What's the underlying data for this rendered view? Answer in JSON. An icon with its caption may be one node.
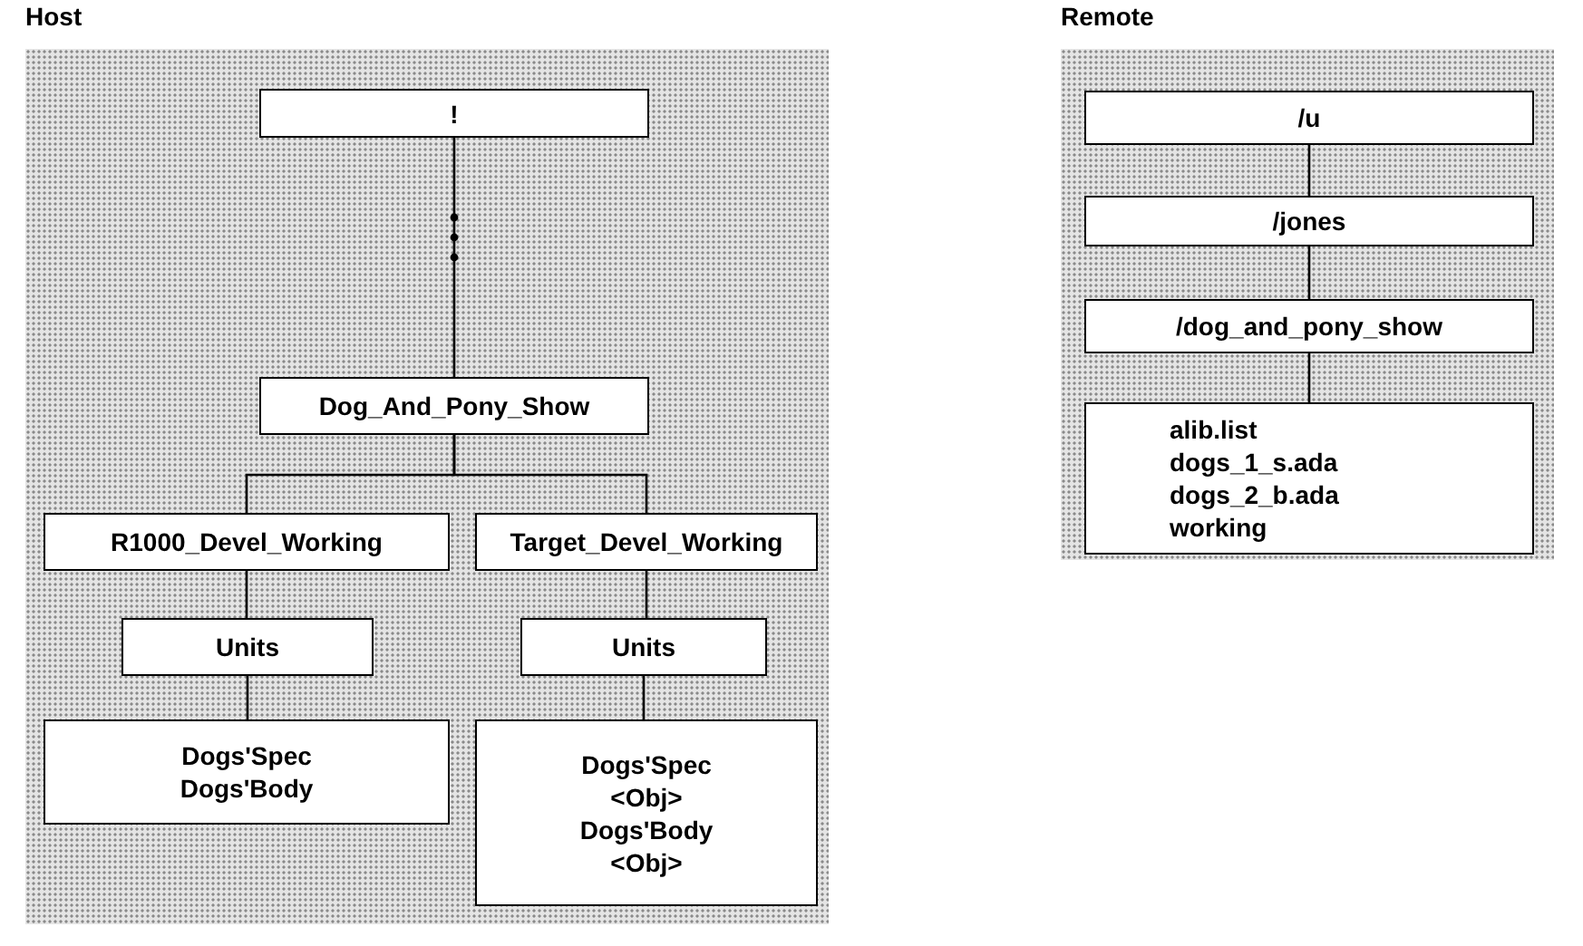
{
  "diagram": {
    "nodes": [
      {
        "text": [
          "Host"
        ]
      },
      {
        "text": [
          "Remote"
        ]
      },
      {
        "text": [
          "!"
        ],
        "in": 0
      },
      {
        "text": [
          "Dog_And_Pony_Show"
        ],
        "in": 0
      },
      {
        "text": [
          "R1000_Devel_Working"
        ],
        "in": 0
      },
      {
        "text": [
          "Target_Devel_Working"
        ],
        "in": 0
      },
      {
        "text": [
          "Units"
        ],
        "in": 0
      },
      {
        "text": [
          "Units"
        ],
        "in": 0
      },
      {
        "text": [
          "Dogs'Spec",
          "Dogs'Body"
        ],
        "in": 0
      },
      {
        "text": [
          "Dogs'Spec",
          "<Obj>",
          "Dogs'Body",
          "<Obj>"
        ],
        "in": 0
      },
      {
        "text": [
          "/u"
        ],
        "in": 1
      },
      {
        "text": [
          "/jones"
        ],
        "in": 1
      },
      {
        "text": [
          "/dog_and_pony_show"
        ],
        "in": 1
      },
      {
        "text": [
          "alib.list",
          "dogs_1_s.ada",
          "dogs_2_b.ada",
          "working"
        ],
        "in": 1
      }
    ],
    "edges": [
      {
        "from": 2,
        "to": 3,
        "arrow": "none"
      },
      {
        "from": 3,
        "to": 4,
        "arrow": "none"
      },
      {
        "from": 3,
        "to": 5,
        "arrow": "none"
      },
      {
        "from": 4,
        "to": 6,
        "arrow": "none"
      },
      {
        "from": 6,
        "to": 8,
        "arrow": "none"
      },
      {
        "from": 5,
        "to": 7,
        "arrow": "none"
      },
      {
        "from": 7,
        "to": 9,
        "arrow": "none"
      },
      {
        "from": 10,
        "to": 11,
        "arrow": "none"
      },
      {
        "from": 11,
        "to": 12,
        "arrow": "none"
      },
      {
        "from": 12,
        "to": 13,
        "arrow": "none"
      }
    ]
  }
}
